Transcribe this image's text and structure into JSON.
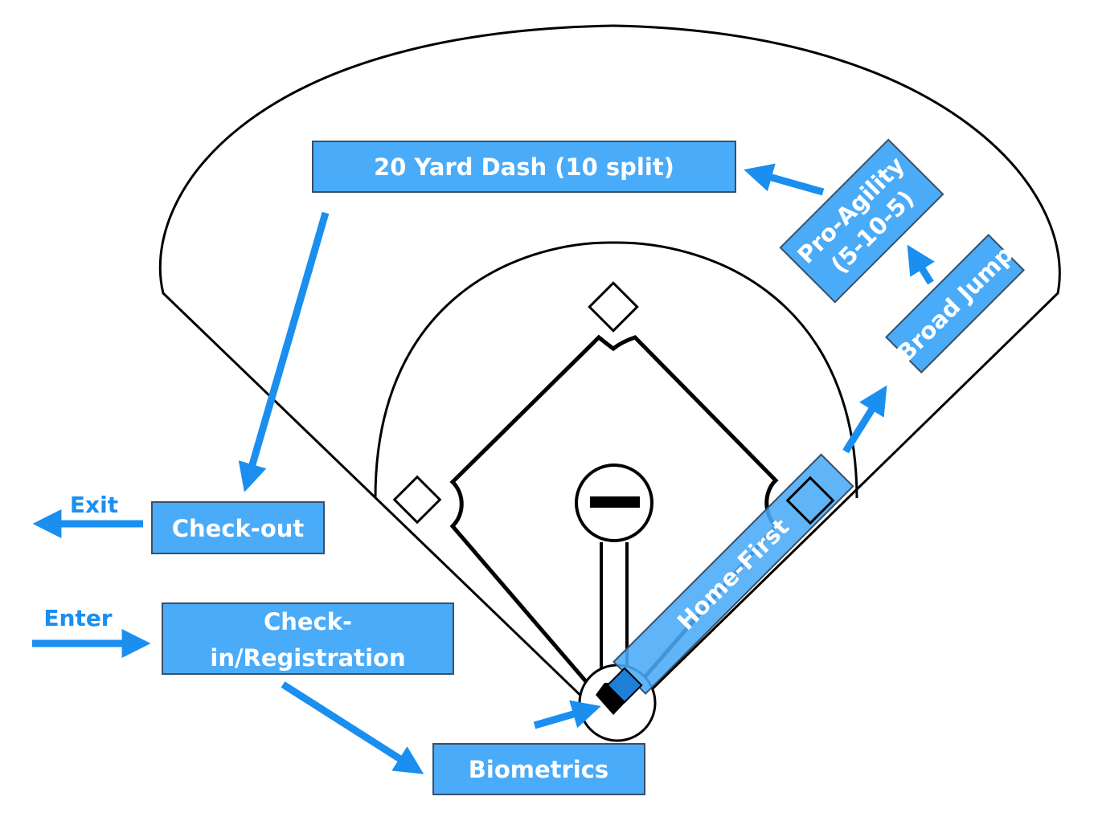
{
  "colors": {
    "station_fill": "#4aabf8",
    "arrow": "#1a8ff0",
    "field_lines": "#000000",
    "home_first_fill": "#1f7fd6"
  },
  "stations": {
    "dash": "20 Yard Dash (10 split)",
    "pro_agility_line1": "Pro-Agility",
    "pro_agility_line2": "(5-10-5)",
    "broad_jump": "Broad Jump",
    "home_first": "Home-First",
    "check_out": "Check-out",
    "check_in_line1": "Check-",
    "check_in_line2": "in/Registration",
    "biometrics": "Biometrics"
  },
  "labels": {
    "exit": "Exit",
    "enter": "Enter"
  }
}
